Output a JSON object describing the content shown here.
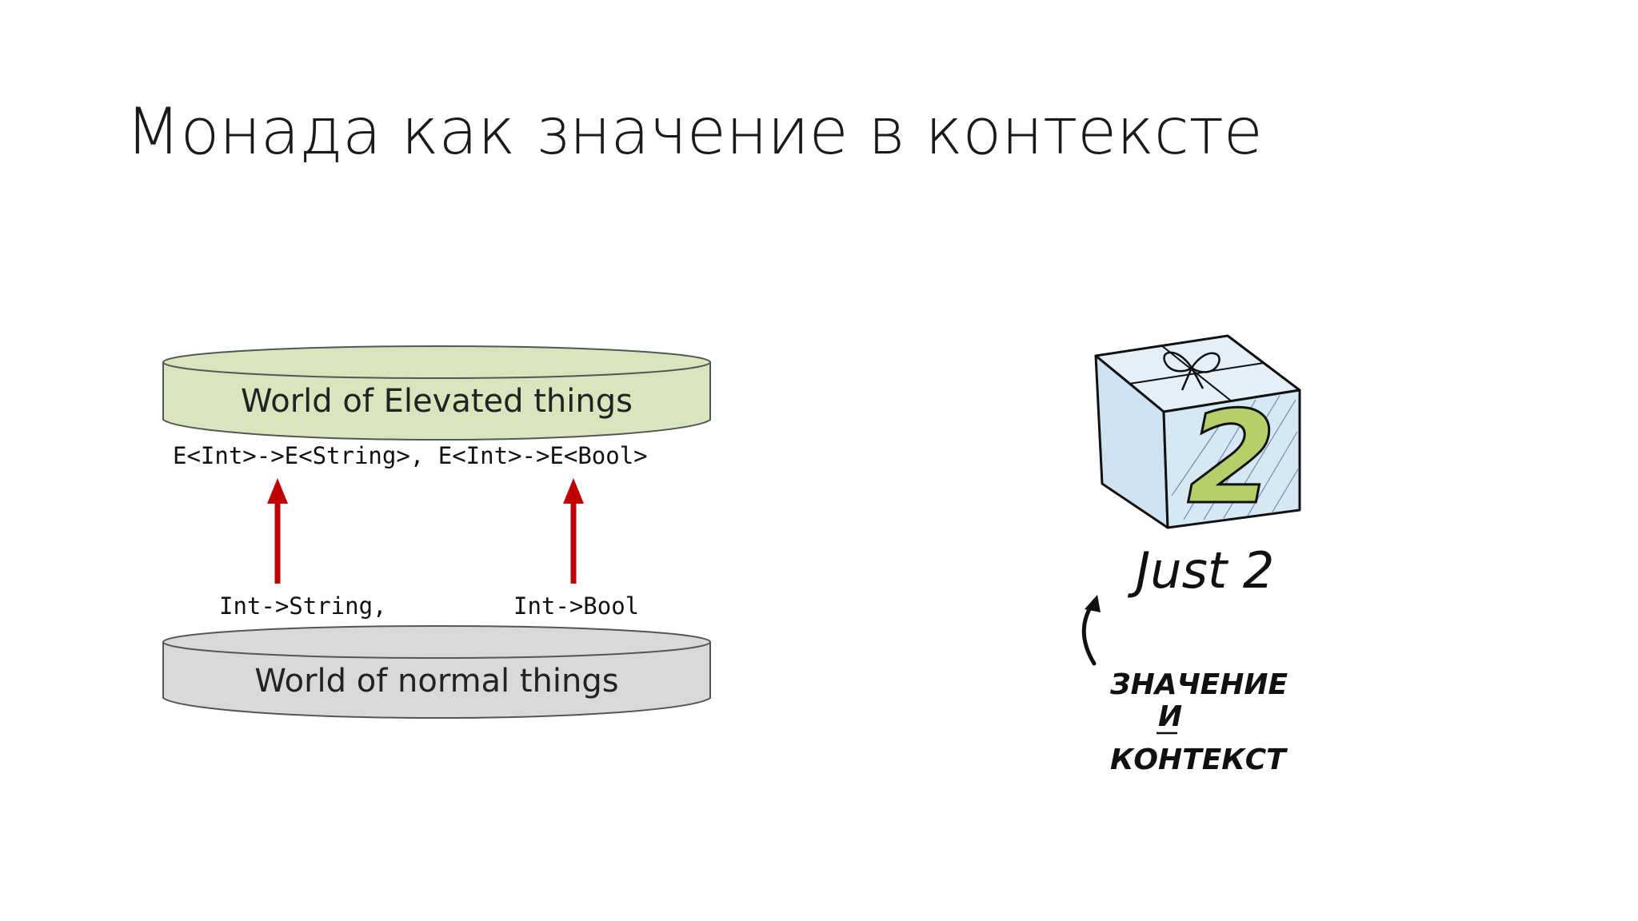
{
  "slide": {
    "title": "Монада как значение в контексте"
  },
  "left_diagram": {
    "elevated_world_label": "World of Elevated things",
    "normal_world_label": "World of normal things",
    "elevated_signatures": "E<Int>->E<String>, E<Int>->E<Bool>",
    "normal_signature_1": "Int->String,",
    "normal_signature_2": "Int->Bool",
    "elevated_color": "#d9e5bd",
    "normal_color": "#d9d9d9",
    "arrow_color": "#c00000"
  },
  "right_diagram": {
    "box_value": "2",
    "caption": "Just 2",
    "label_line_1": "ЗНАЧЕНИЕ",
    "label_line_2": "И",
    "label_line_3": "КОНТЕКСТ",
    "box_color": "#d6e8f4",
    "digit_color": "#b5cf6b"
  }
}
